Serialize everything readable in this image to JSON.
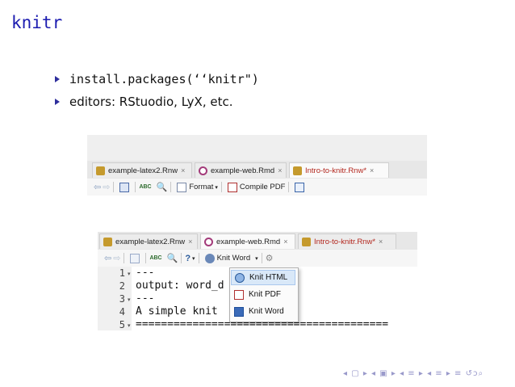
{
  "slide": {
    "title": "knitr",
    "bullets": [
      "install.packages(‘‘knitr\")",
      "editors: RStuodio, LyX, etc."
    ]
  },
  "shot1": {
    "tabs": [
      {
        "label": "example-latex2.Rnw",
        "close": "×"
      },
      {
        "label": "example-web.Rmd",
        "close": "×"
      },
      {
        "label": "Intro-to-knitr.Rnw*",
        "close": "×"
      }
    ],
    "toolbar": {
      "spell": "ABC",
      "format_label": "Format",
      "compile_label": "Compile PDF"
    }
  },
  "shot2": {
    "tabs": [
      {
        "label": "example-latex2.Rnw",
        "close": "×"
      },
      {
        "label": "example-web.Rmd",
        "close": "×"
      },
      {
        "label": "Intro-to-knitr.Rnw*",
        "close": "×"
      }
    ],
    "toolbar": {
      "spell": "ABC",
      "help": "?",
      "knit_label": "Knit Word"
    },
    "lines": [
      {
        "num": "1",
        "fold": "▾",
        "text": "---"
      },
      {
        "num": "2",
        "fold": "",
        "text": "output: word_d"
      },
      {
        "num": "3",
        "fold": "▾",
        "text": "---"
      },
      {
        "num": "4",
        "fold": "",
        "text": "A simple knit"
      },
      {
        "num": "5",
        "fold": "▾",
        "text": "========================================"
      }
    ],
    "menu": [
      {
        "label": "Knit HTML",
        "icon": "html-globe-icon"
      },
      {
        "label": "Knit PDF",
        "icon": "pdf-icon"
      },
      {
        "label": "Knit Word",
        "icon": "word-icon"
      }
    ]
  },
  "colors": {
    "title": "#1c1cb0",
    "bullet": "#2e2e9c",
    "rmd": "#a33b7a",
    "active_tab_text": "#b3271e"
  }
}
